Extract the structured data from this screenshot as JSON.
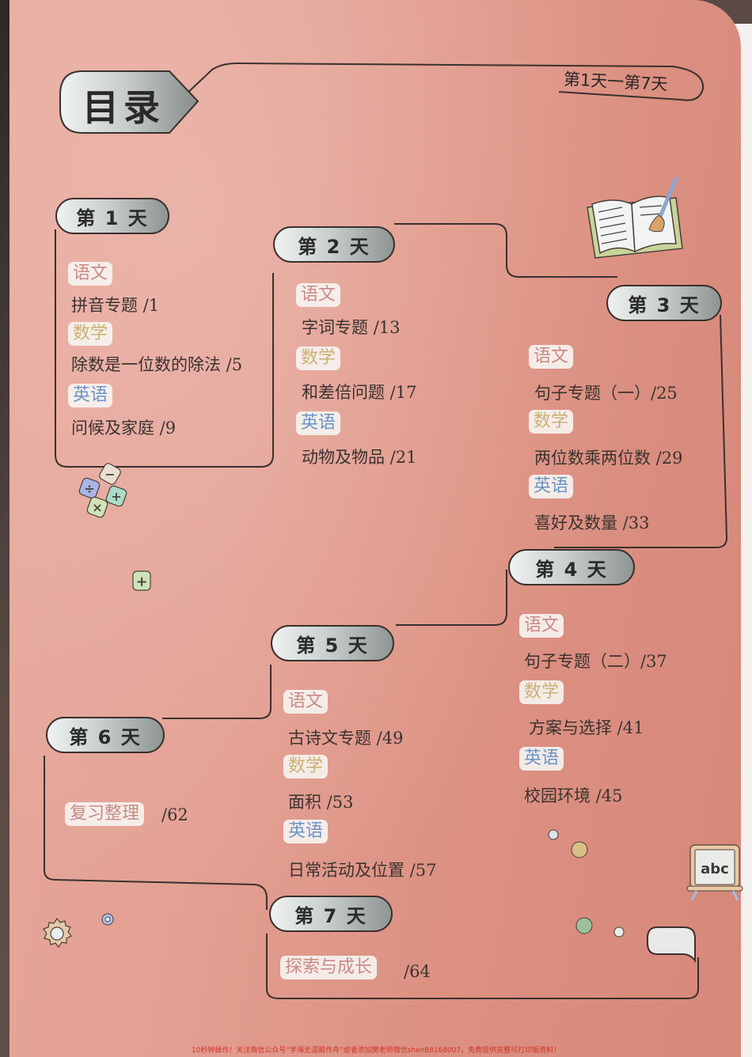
{
  "header": {
    "title": "目录",
    "range": "第1天一第7天"
  },
  "days": [
    {
      "label": "第 1 天",
      "sections": [
        {
          "subject": "语文",
          "topic": "拼音专题 /1"
        },
        {
          "subject": "数学",
          "topic": "除数是一位数的除法 /5"
        },
        {
          "subject": "英语",
          "topic": "问候及家庭 /9"
        }
      ]
    },
    {
      "label": "第 2 天",
      "sections": [
        {
          "subject": "语文",
          "topic": "字词专题 /13"
        },
        {
          "subject": "数学",
          "topic": "和差倍问题 /17"
        },
        {
          "subject": "英语",
          "topic": "动物及物品 /21"
        }
      ]
    },
    {
      "label": "第 3 天",
      "sections": [
        {
          "subject": "语文",
          "topic": "句子专题（一）/25"
        },
        {
          "subject": "数学",
          "topic": "两位数乘两位数 /29"
        },
        {
          "subject": "英语",
          "topic": "喜好及数量 /33"
        }
      ]
    },
    {
      "label": "第 4 天",
      "sections": [
        {
          "subject": "语文",
          "topic": "句子专题（二）/37"
        },
        {
          "subject": "数学",
          "topic": "方案与选择 /41"
        },
        {
          "subject": "英语",
          "topic": "校园环境 /45"
        }
      ]
    },
    {
      "label": "第 5 天",
      "sections": [
        {
          "subject": "语文",
          "topic": "古诗文专题 /49"
        },
        {
          "subject": "数学",
          "topic": "面积 /53"
        },
        {
          "subject": "英语",
          "topic": "日常活动及位置 /57"
        }
      ]
    },
    {
      "label": "第 6 天",
      "sections": [
        {
          "subject": "复习整理",
          "topic": "/62"
        }
      ]
    },
    {
      "label": "第 7 天",
      "sections": [
        {
          "subject": "探索与成长",
          "topic": "/64"
        }
      ]
    }
  ],
  "decorations": {
    "board_text": "abc"
  },
  "footer": {
    "notice": "10秒钟操作！关注微信公众号“学海无涯甜作舟”或者添加樊老师微信shen88168007，免费提供完整可打印版资料！"
  },
  "colors": {
    "page": "#e3a093",
    "outline": "#3a302d",
    "chinese_tag": "#c98a86",
    "math_tag": "#c9b073",
    "english_tag": "#6b94c7",
    "footer_text": "#d1322a"
  }
}
